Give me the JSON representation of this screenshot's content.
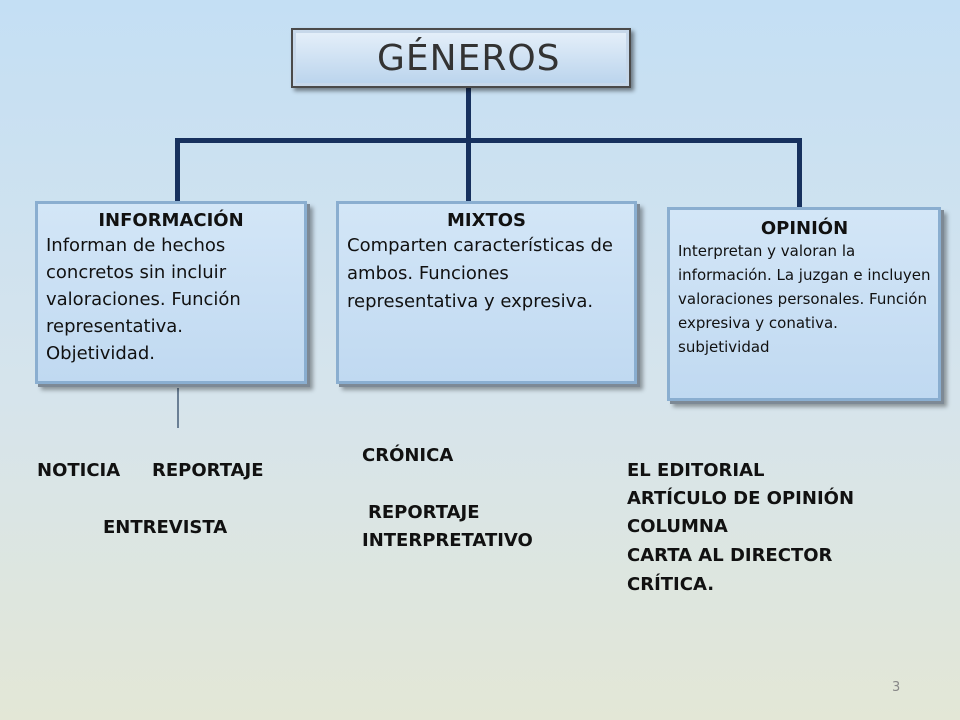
{
  "title": "GÉNEROS",
  "categories": [
    {
      "title": "INFORMACIÓN",
      "description": "Informan de hechos concretos sin incluir valoraciones. Función representativa. Objetividad."
    },
    {
      "title": "MIXTOS",
      "description": "Comparten características de ambos. Funciones representativa y expresiva."
    },
    {
      "title": "OPINIÓN",
      "description": "Interpretan y valoran la información. La juzgan e incluyen valoraciones personales. Función expresiva y conativa. subjetividad"
    }
  ],
  "info_genres": [
    "NOTICIA",
    "REPORTAJE",
    "ENTREVISTA"
  ],
  "mixed_genres": [
    "CRÓNICA",
    "REPORTAJE",
    "INTERPRETATIVO"
  ],
  "opinion_genres": [
    "EL EDITORIAL",
    "ARTÍCULO DE OPINIÓN",
    "COLUMNA",
    "CARTA AL DIRECTOR",
    "CRÍTICA."
  ],
  "page_number": "3"
}
